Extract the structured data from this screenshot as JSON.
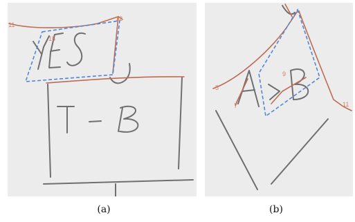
{
  "figures": [
    {
      "caption": "(a)",
      "labels": [
        "11",
        "12",
        "15"
      ]
    },
    {
      "caption": "(b)",
      "labels": [
        "9",
        "5",
        "7",
        "11"
      ]
    }
  ],
  "colors": {
    "panel_background": "#ececec",
    "handwriting_ink": "#6f6f6f",
    "detected_stroke": "#bf6a53",
    "bounding_box": "#4f87d6",
    "stroke_number": "#e07a5f"
  }
}
